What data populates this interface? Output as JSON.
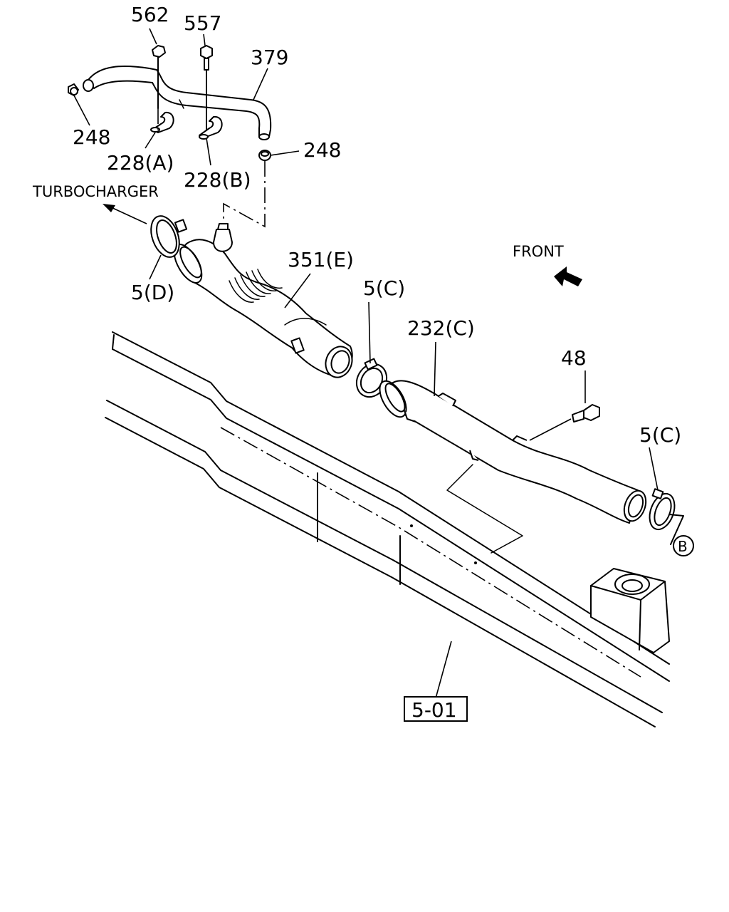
{
  "labels": {
    "p562": "562",
    "p557": "557",
    "p379": "379",
    "p248_left": "248",
    "p248_right": "248",
    "p228a": "228(A)",
    "p228b": "228(B)",
    "turbocharger": "TURBOCHARGER",
    "p351e": "351(E)",
    "p5d": "5(D)",
    "p5c_upper": "5(C)",
    "p232c": "232(C)",
    "front": "FRONT",
    "p48": "48",
    "p5c_right": "5(C)",
    "ref_b": "B",
    "ref_501": "5-01"
  }
}
